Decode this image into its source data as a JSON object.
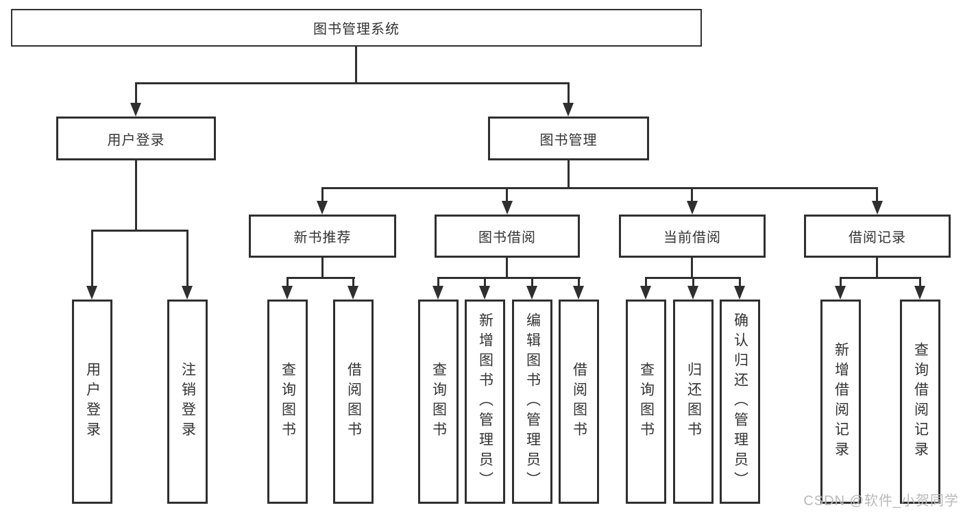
{
  "colors": {
    "line": "#2f2f2f",
    "text": "#333333",
    "background": "#ffffff",
    "watermark": "#b9b9b9"
  },
  "watermark": {
    "text": "CSDN @软件_小贺同学"
  },
  "tree": {
    "root": "图书管理系统",
    "children": [
      {
        "label": "用户登录",
        "children": [
          {
            "label": "用户登录"
          },
          {
            "label": "注销登录"
          }
        ]
      },
      {
        "label": "图书管理",
        "children": [
          {
            "label": "新书推荐",
            "children": [
              {
                "label": "查询图书"
              },
              {
                "label": "借阅图书"
              }
            ]
          },
          {
            "label": "图书借阅",
            "children": [
              {
                "label": "查询图书"
              },
              {
                "label": "新增图书（管理员）"
              },
              {
                "label": "编辑图书（管理员）"
              },
              {
                "label": "借阅图书"
              }
            ]
          },
          {
            "label": "当前借阅",
            "children": [
              {
                "label": "查询图书"
              },
              {
                "label": "归还图书"
              },
              {
                "label": "确认归还（管理员）"
              }
            ]
          },
          {
            "label": "借阅记录",
            "children": [
              {
                "label": "新增借阅记录"
              },
              {
                "label": "查询借阅记录"
              }
            ]
          }
        ]
      }
    ]
  }
}
